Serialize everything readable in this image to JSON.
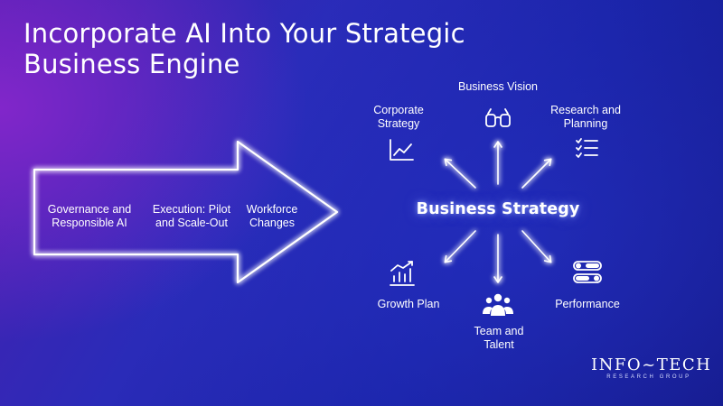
{
  "title": {
    "line1": "Incorporate AI Into Your Strategic",
    "line2": "Business Engine"
  },
  "arrow_steps": [
    {
      "line1": "Governance and",
      "line2": "Responsible AI"
    },
    {
      "line1": "Execution: Pilot",
      "line2": "and Scale-Out"
    },
    {
      "line1": "Workforce",
      "line2": "Changes"
    }
  ],
  "center": "Business Strategy",
  "nodes": {
    "business_vision": {
      "line1": "Business Vision",
      "icon": "glasses-icon"
    },
    "research_planning": {
      "line1": "Research and",
      "line2": "Planning",
      "icon": "checklist-icon"
    },
    "performance": {
      "line1": "Performance",
      "icon": "toggles-icon"
    },
    "team_talent": {
      "line1": "Team and",
      "line2": "Talent",
      "icon": "team-icon"
    },
    "growth_plan": {
      "line1": "Growth Plan",
      "icon": "growth-chart-icon"
    },
    "corporate_strategy": {
      "line1": "Corporate",
      "line2": "Strategy",
      "icon": "line-chart-icon"
    }
  },
  "logo": {
    "main": "INFO~TECH",
    "sub": "RESEARCH GROUP"
  },
  "colors": {
    "glow": "#ffffff",
    "glow_halo": "#9fb4ff"
  }
}
